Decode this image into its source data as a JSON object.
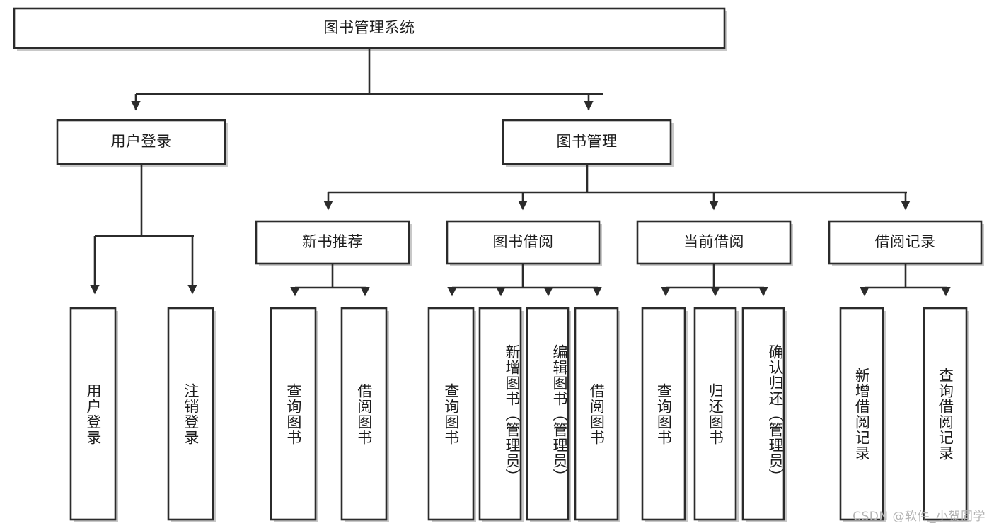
{
  "diagram": {
    "type": "tree-hierarchy",
    "title": "图书管理系统",
    "root": {
      "id": "root",
      "label": "图书管理系统",
      "level": 1
    },
    "level2": [
      {
        "id": "user-login",
        "label": "用户登录",
        "level": 2
      },
      {
        "id": "book-manage",
        "label": "图书管理",
        "level": 2
      }
    ],
    "level3": [
      {
        "id": "new-book-recommend",
        "label": "新书推荐",
        "level": 3,
        "parent": "book-manage"
      },
      {
        "id": "book-borrow",
        "label": "图书借阅",
        "level": 3,
        "parent": "book-manage"
      },
      {
        "id": "current-borrow",
        "label": "当前借阅",
        "level": 3,
        "parent": "book-manage"
      },
      {
        "id": "borrow-record",
        "label": "借阅记录",
        "level": 3,
        "parent": "book-manage"
      }
    ],
    "leaves": [
      {
        "id": "leaf-user-login",
        "label": "用户登录",
        "parent": "user-login"
      },
      {
        "id": "leaf-user-logout",
        "label": "注销登录",
        "parent": "user-login"
      },
      {
        "id": "leaf-query-book-1",
        "label": "查询图书",
        "parent": "new-book-recommend"
      },
      {
        "id": "leaf-borrow-book-1",
        "label": "借阅图书",
        "parent": "new-book-recommend"
      },
      {
        "id": "leaf-query-book-2",
        "label": "查询图书",
        "parent": "book-borrow"
      },
      {
        "id": "leaf-add-book",
        "label": "新增图书（管理员）",
        "parent": "book-borrow"
      },
      {
        "id": "leaf-edit-book",
        "label": "编辑图书（管理员）",
        "parent": "book-borrow"
      },
      {
        "id": "leaf-borrow-book-2",
        "label": "借阅图书",
        "parent": "book-borrow"
      },
      {
        "id": "leaf-query-book-3",
        "label": "查询图书",
        "parent": "current-borrow"
      },
      {
        "id": "leaf-return-book",
        "label": "归还图书",
        "parent": "current-borrow"
      },
      {
        "id": "leaf-confirm-return",
        "label": "确认归还（管理员）",
        "parent": "current-borrow"
      },
      {
        "id": "leaf-add-record",
        "label": "新增借阅记录",
        "parent": "borrow-record"
      },
      {
        "id": "leaf-query-record",
        "label": "查询借阅记录",
        "parent": "borrow-record"
      }
    ],
    "colors": {
      "stroke": "#2b2b2b",
      "fill": "#ffffff",
      "text": "#1c1c1c",
      "background": "#ffffff",
      "watermark": "#b4b4b4"
    }
  },
  "watermark": {
    "text": "CSDN @软件_小贺同学"
  }
}
